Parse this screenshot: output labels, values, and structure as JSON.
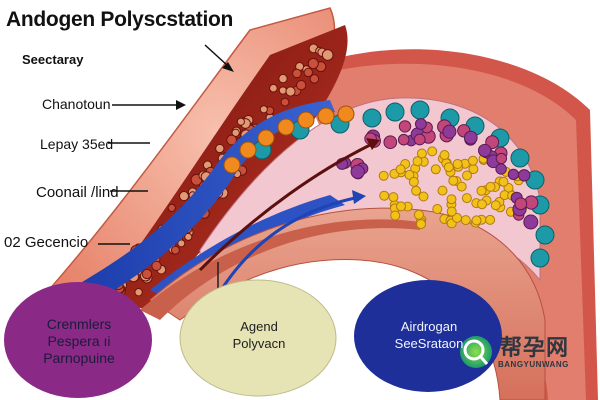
{
  "diagram": {
    "title": "Andogen Polyscstation",
    "labels": {
      "secretary": "Seectaray",
      "chanotoun": "Chanotoun",
      "lepay": "Lepay 35ed",
      "coonail": "Coonail /lind",
      "gecencio": "02 Gecencio"
    },
    "bubbles": {
      "left": {
        "line1": "Crenmlers",
        "line2": "Pespera ıi",
        "line3": "Parnopuine"
      },
      "middle": {
        "line1": "Agend",
        "line2": "Polyvacn"
      },
      "right": {
        "line1": "Airdrogan",
        "line2": "SeeSrataon"
      }
    },
    "colors": {
      "tissue_outer": "#f2a58f",
      "tissue_dark": "#8b1a12",
      "tissue_mid": "#c9503b",
      "vessel_blue": "#1e44b5",
      "cell_teal": "#1c9aa7",
      "cell_orange": "#f08a1e",
      "cell_yellow": "#f2c21a",
      "bubble_left": "#8a2a86",
      "bubble_middle": "#e6e4b4",
      "bubble_right": "#1e2f9a"
    }
  },
  "watermark": {
    "brand": "帮孕网",
    "sub": "BANGYUNWANG"
  }
}
